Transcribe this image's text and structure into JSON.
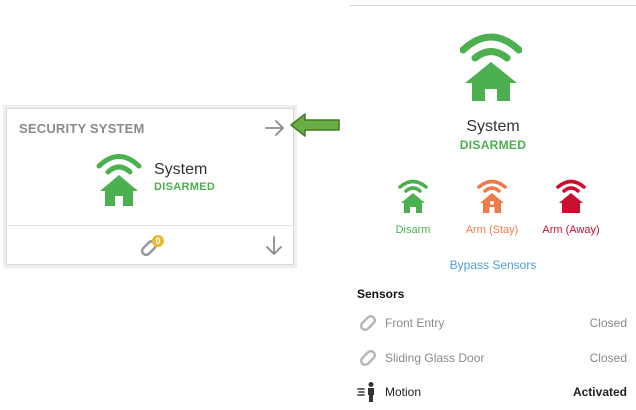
{
  "colors": {
    "green": "#4caf50",
    "orange": "#ee7b4a",
    "red": "#c8102e",
    "link_blue": "#4a9fd8",
    "badge_yellow": "#e6b82e",
    "pointer_green": "#5b9a3a"
  },
  "card": {
    "title": "SECURITY SYSTEM",
    "system_name": "System",
    "status": "DISARMED",
    "badge_count": "0",
    "icons": {
      "expand": "arrow-right-icon",
      "house": "house-wifi-icon",
      "link": "chain-link-icon",
      "collapse": "arrow-down-icon"
    }
  },
  "pointer": {
    "icon": "green-arrow-left-icon"
  },
  "panel": {
    "system_name": "System",
    "status": "DISARMED",
    "modes": [
      {
        "label": "Disarm",
        "color": "#4caf50",
        "icon": "house-wifi-icon"
      },
      {
        "label": "Arm (Stay)",
        "color": "#ee7b4a",
        "icon": "house-person-icon"
      },
      {
        "label": "Arm (Away)",
        "color": "#c8102e",
        "icon": "house-wifi-icon"
      }
    ],
    "bypass_label": "Bypass Sensors",
    "sensors_heading": "Sensors",
    "sensors": [
      {
        "name": "Front Entry",
        "state": "Closed",
        "icon": "chain-link-icon"
      },
      {
        "name": "Sliding Glass Door",
        "state": "Closed",
        "icon": "chain-link-icon"
      },
      {
        "name": "Motion",
        "state": "Activated",
        "icon": "motion-person-icon"
      }
    ]
  }
}
